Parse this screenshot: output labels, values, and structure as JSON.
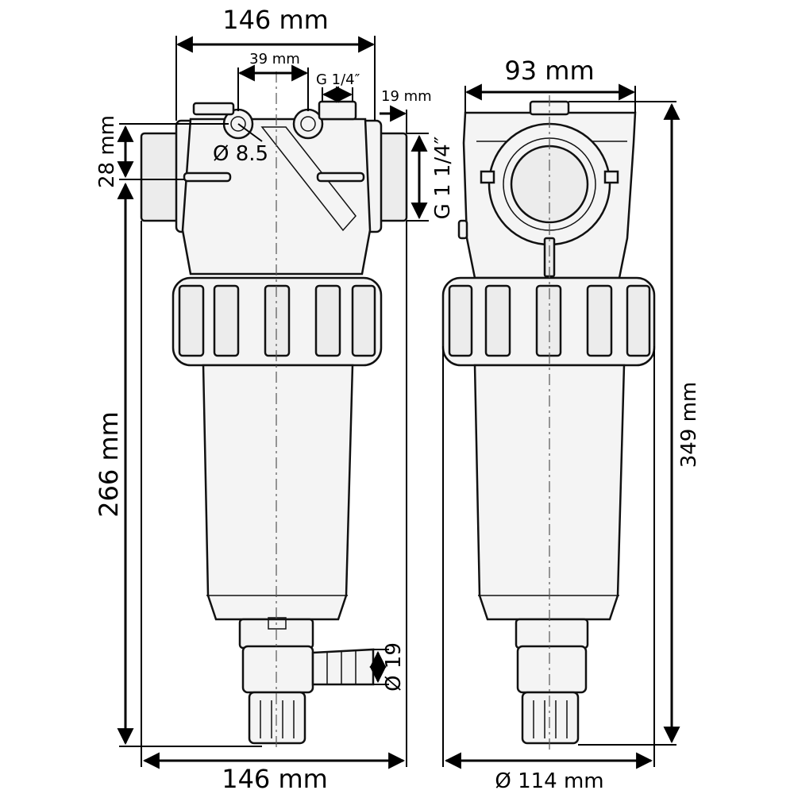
{
  "dimensions": {
    "front_top_width": "146 mm",
    "front_bottom_width": "146 mm",
    "port_spacing": "39 mm",
    "small_thread": "G 1/4″",
    "outlet_offset": "19 mm",
    "hole_diameter": "Ø 8.5",
    "top_offset": "28 mm",
    "main_thread": "G 1 1/4″",
    "lower_height": "266 mm",
    "drain_diameter": "Ø 19",
    "side_width": "93 mm",
    "total_height": "349 mm",
    "bowl_diameter": "Ø 114 mm"
  }
}
